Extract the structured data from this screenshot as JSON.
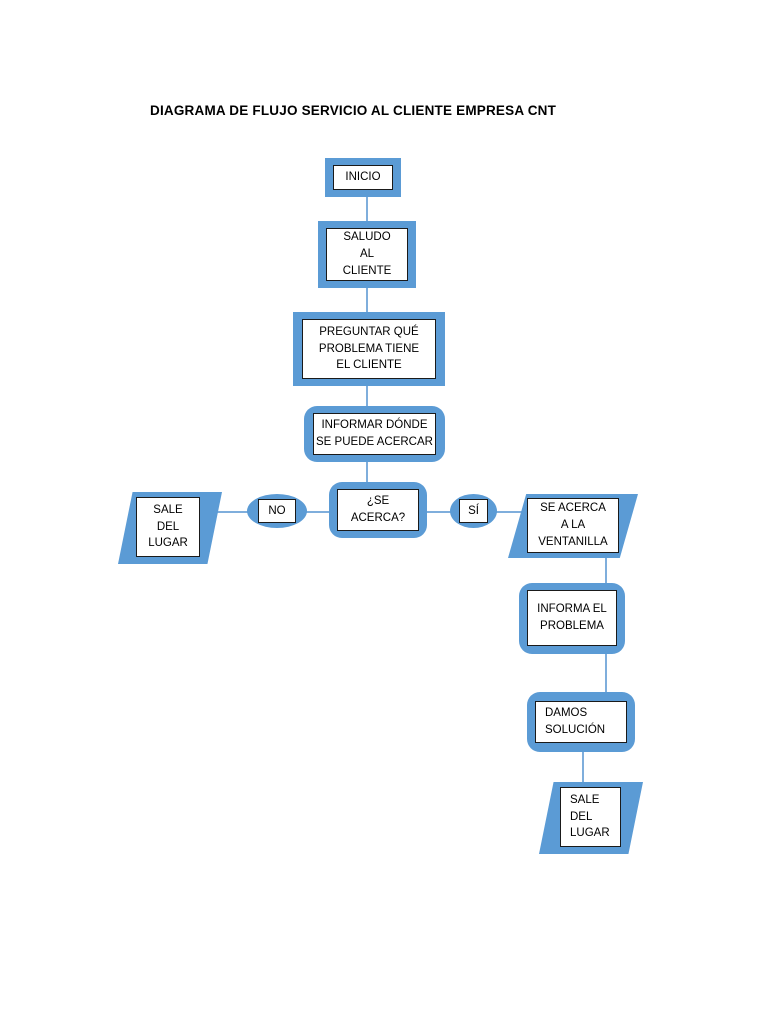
{
  "document": {
    "title": "DIAGRAMA DE FLUJO SERVICIO AL CLIENTE EMPRESA CNT",
    "background_color": "#FFFFFF"
  },
  "theme": {
    "shape_fill": "#5B9BD5",
    "inner_fill": "#FFFFFF",
    "inner_border": "#1A1A1A",
    "connector_color": "#7FAEDC",
    "text_color": "#000000"
  },
  "chart_data": {
    "type": "diagram",
    "diagram_kind": "flowchart",
    "title": "DIAGRAMA DE FLUJO SERVICIO AL CLIENTE EMPRESA CNT",
    "orientation": "top-down with left/right branches",
    "nodes": [
      {
        "id": "inicio",
        "shape": "rectangle",
        "lines": [
          "INICIO"
        ]
      },
      {
        "id": "saludo",
        "shape": "rectangle",
        "lines": [
          "SALUDO",
          "AL",
          "CLIENTE"
        ]
      },
      {
        "id": "preguntar",
        "shape": "rectangle",
        "lines": [
          "PREGUNTAR QUÉ",
          "PROBLEMA TIENE",
          "EL CLIENTE"
        ]
      },
      {
        "id": "informar",
        "shape": "rounded-rectangle",
        "lines": [
          "INFORMAR DÓNDE",
          "SE PUEDE ACERCAR"
        ]
      },
      {
        "id": "decision",
        "shape": "rounded-rectangle",
        "lines": [
          "¿SE",
          "ACERCA?"
        ]
      },
      {
        "id": "label-no",
        "shape": "ellipse",
        "lines": [
          "NO"
        ]
      },
      {
        "id": "label-si",
        "shape": "ellipse",
        "lines": [
          "SÍ"
        ]
      },
      {
        "id": "sale-izq",
        "shape": "parallelogram",
        "lines": [
          "SALE",
          "DEL",
          "LUGAR"
        ]
      },
      {
        "id": "se-acerca",
        "shape": "parallelogram",
        "lines": [
          "SE ACERCA",
          "A LA",
          "VENTANILLA"
        ]
      },
      {
        "id": "informa-prob",
        "shape": "rounded-rectangle",
        "lines": [
          "INFORMA EL",
          "PROBLEMA"
        ]
      },
      {
        "id": "damos",
        "shape": "rounded-rectangle",
        "lines": [
          "DAMOS",
          "SOLUCIÓN"
        ]
      },
      {
        "id": "sale-der",
        "shape": "parallelogram",
        "lines": [
          "SALE",
          "DEL",
          "LUGAR"
        ]
      }
    ],
    "edges": [
      {
        "from": "inicio",
        "to": "saludo",
        "label": ""
      },
      {
        "from": "saludo",
        "to": "preguntar",
        "label": ""
      },
      {
        "from": "preguntar",
        "to": "informar",
        "label": ""
      },
      {
        "from": "informar",
        "to": "decision",
        "label": ""
      },
      {
        "from": "decision",
        "to": "sale-izq",
        "label": "NO"
      },
      {
        "from": "decision",
        "to": "se-acerca",
        "label": "SÍ"
      },
      {
        "from": "se-acerca",
        "to": "informa-prob",
        "label": ""
      },
      {
        "from": "informa-prob",
        "to": "damos",
        "label": ""
      },
      {
        "from": "damos",
        "to": "sale-der",
        "label": ""
      }
    ]
  },
  "nodes": {
    "inicio": {
      "l1": "INICIO"
    },
    "saludo": {
      "l1": "SALUDO",
      "l2": "AL",
      "l3": "CLIENTE"
    },
    "preguntar": {
      "l1": "PREGUNTAR QUÉ",
      "l2": "PROBLEMA TIENE",
      "l3": "EL CLIENTE"
    },
    "informar": {
      "l1": "INFORMAR DÓNDE",
      "l2": "SE PUEDE ACERCAR"
    },
    "decision": {
      "l1": "¿SE",
      "l2": "ACERCA?"
    },
    "label_no": {
      "l1": "NO"
    },
    "label_si": {
      "l1": "SÍ"
    },
    "sale_izq": {
      "l1": "SALE",
      "l2": "DEL",
      "l3": "LUGAR"
    },
    "se_acerca": {
      "l1": "SE ACERCA",
      "l2": "A LA",
      "l3": "VENTANILLA"
    },
    "informa_problema": {
      "l1": "INFORMA EL",
      "l2": "PROBLEMA"
    },
    "damos": {
      "l1": "DAMOS",
      "l2": "SOLUCIÓN"
    },
    "sale_der": {
      "l1": "SALE",
      "l2": "DEL",
      "l3": "LUGAR"
    }
  }
}
